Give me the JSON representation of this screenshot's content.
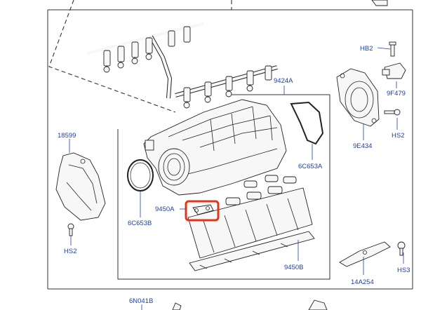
{
  "labels": {
    "hb2": "HB2",
    "p9f479": "9F479",
    "hs2_right": "HS2",
    "p9e434": "9E434",
    "p9424a": "9424A",
    "p6c653a": "6C653A",
    "p18599": "18599",
    "p9450a": "9450A",
    "p6c653b": "6C653B",
    "hs2_left": "HS2",
    "p9450b": "9450B",
    "p14a254": "14A254",
    "hs3": "HS3",
    "p6n041b": "6N041B"
  },
  "highlight": {
    "color": "#e0361b",
    "target": "9450A"
  },
  "colors": {
    "label": "#1f3fa0",
    "line": "#222222"
  }
}
